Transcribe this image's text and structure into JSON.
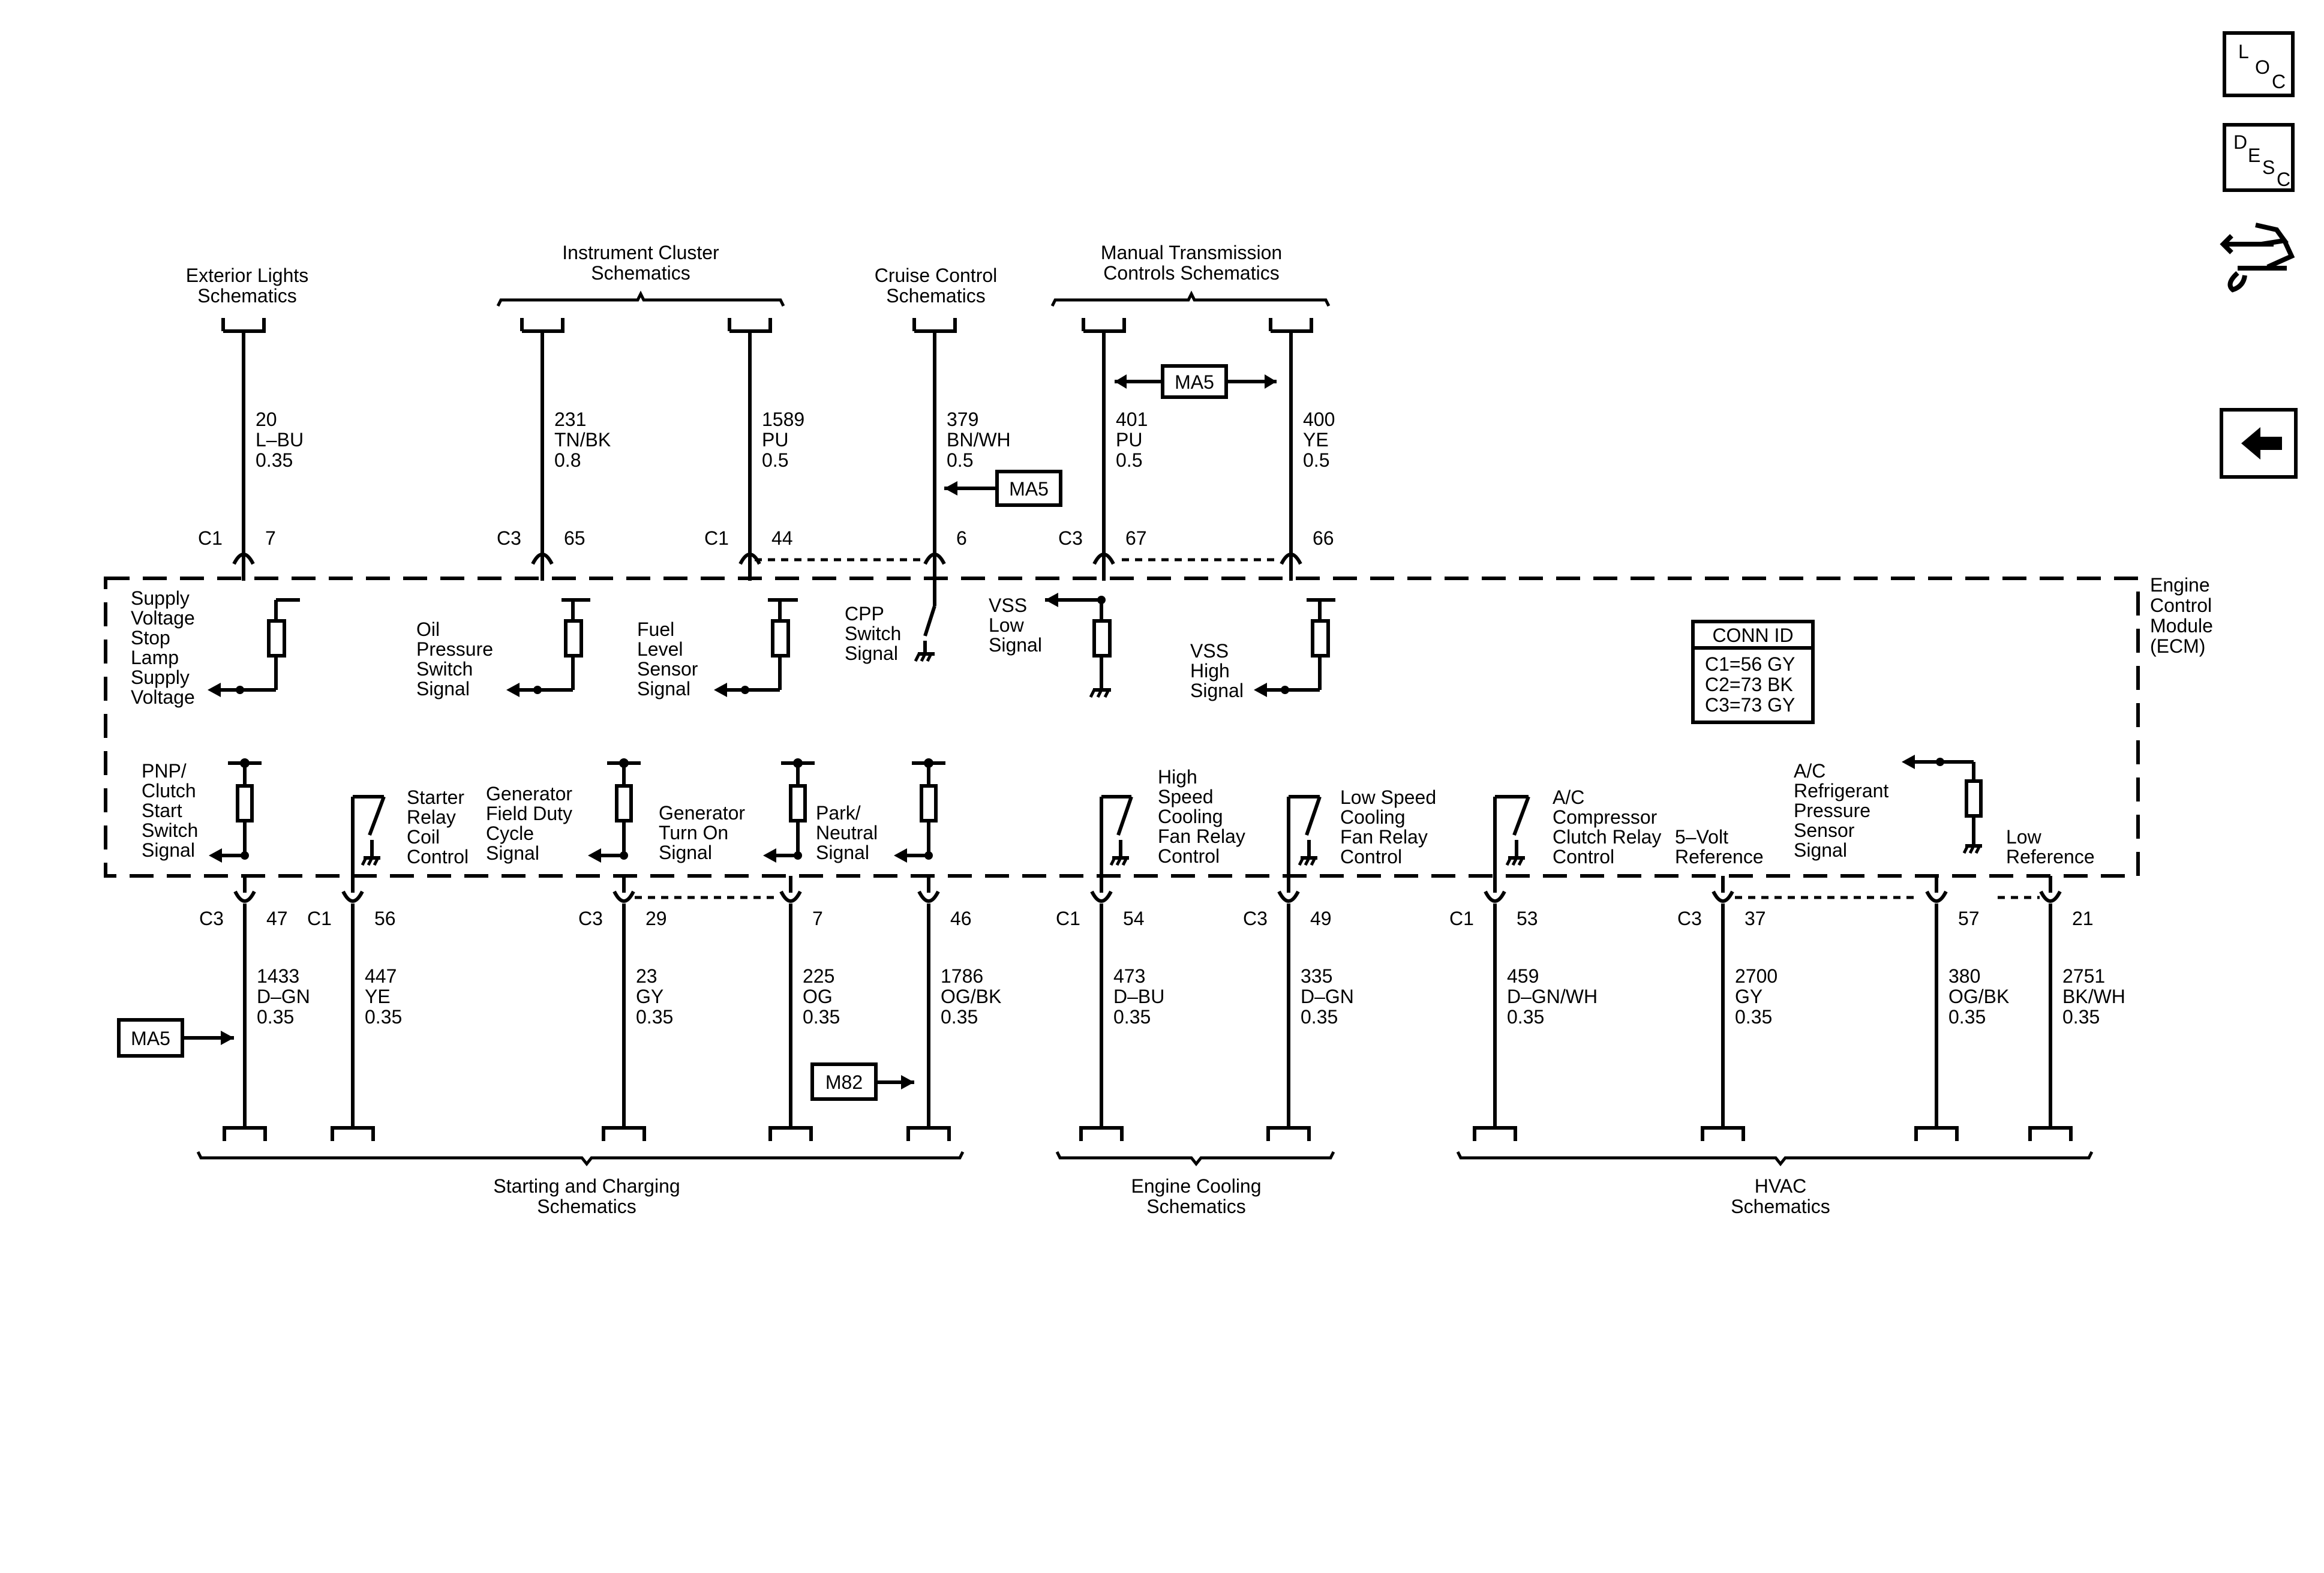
{
  "nav": {
    "loc": [
      "L",
      "O",
      "C"
    ],
    "desc": [
      "D",
      "E",
      "S",
      "C"
    ]
  },
  "top_headers": {
    "exterior": [
      "Exterior Lights",
      "Schematics"
    ],
    "instrument": [
      "Instrument Cluster",
      "Schematics"
    ],
    "cruise": [
      "Cruise Control",
      "Schematics"
    ],
    "manual": [
      "Manual Transmission",
      "Controls Schematics"
    ]
  },
  "bottom_headers": {
    "starting": [
      "Starting and Charging",
      "Schematics"
    ],
    "cooling": [
      "Engine Cooling",
      "Schematics"
    ],
    "hvac": [
      "HVAC",
      "Schematics"
    ]
  },
  "module_label": [
    "Engine",
    "Control",
    "Module",
    "(ECM)"
  ],
  "conn_id": {
    "title": "CONN ID",
    "lines": [
      "C1=56 GY",
      "C2=73 BK",
      "C3=73 GY"
    ]
  },
  "refs": {
    "ma5": "MA5",
    "m82": "M82"
  },
  "top_wires": [
    {
      "wire": [
        "20",
        "L–BU",
        "0.35"
      ],
      "conn": "C1",
      "pin": "7"
    },
    {
      "wire": [
        "231",
        "TN/BK",
        "0.8"
      ],
      "conn": "C3",
      "pin": "65"
    },
    {
      "wire": [
        "1589",
        "PU",
        "0.5"
      ],
      "conn": "C1",
      "pin": "44"
    },
    {
      "wire": [
        "379",
        "BN/WH",
        "0.5"
      ],
      "conn": "",
      "pin": "6"
    },
    {
      "wire": [
        "401",
        "PU",
        "0.5"
      ],
      "conn": "C3",
      "pin": "67"
    },
    {
      "wire": [
        "400",
        "YE",
        "0.5"
      ],
      "conn": "",
      "pin": "66"
    }
  ],
  "top_signals": {
    "supply": [
      "Supply",
      "Voltage",
      "Stop",
      "Lamp",
      "Supply",
      "Voltage"
    ],
    "oil": [
      "Oil",
      "Pressure",
      "Switch",
      "Signal"
    ],
    "fuel": [
      "Fuel",
      "Level",
      "Sensor",
      "Signal"
    ],
    "cpp": [
      "CPP",
      "Switch",
      "Signal"
    ],
    "vss_low": [
      "VSS",
      "Low",
      "Signal"
    ],
    "vss_high": [
      "VSS",
      "High",
      "Signal"
    ]
  },
  "bottom_wires": [
    {
      "wire": [
        "1433",
        "D–GN",
        "0.35"
      ],
      "conn": "C3",
      "pin": "47"
    },
    {
      "wire": [
        "447",
        "YE",
        "0.35"
      ],
      "conn": "C1",
      "pin": "56"
    },
    {
      "wire": [
        "23",
        "GY",
        "0.35"
      ],
      "conn": "C3",
      "pin": "29"
    },
    {
      "wire": [
        "225",
        "OG",
        "0.35"
      ],
      "conn": "",
      "pin": "7"
    },
    {
      "wire": [
        "1786",
        "OG/BK",
        "0.35"
      ],
      "conn": "",
      "pin": "46"
    },
    {
      "wire": [
        "473",
        "D–BU",
        "0.35"
      ],
      "conn": "C1",
      "pin": "54"
    },
    {
      "wire": [
        "335",
        "D–GN",
        "0.35"
      ],
      "conn": "C3",
      "pin": "49"
    },
    {
      "wire": [
        "459",
        "D–GN/WH",
        "0.35"
      ],
      "conn": "C1",
      "pin": "53"
    },
    {
      "wire": [
        "2700",
        "GY",
        "0.35"
      ],
      "conn": "C3",
      "pin": "37"
    },
    {
      "wire": [
        "380",
        "OG/BK",
        "0.35"
      ],
      "conn": "",
      "pin": "57"
    },
    {
      "wire": [
        "2751",
        "BK/WH",
        "0.35"
      ],
      "conn": "",
      "pin": "21"
    }
  ],
  "bottom_signals": {
    "pnp": [
      "PNP/",
      "Clutch",
      "Start",
      "Switch",
      "Signal"
    ],
    "starter": [
      "Starter",
      "Relay",
      "Coil",
      "Control"
    ],
    "gen_field": [
      "Generator",
      "Field Duty",
      "Cycle",
      "Signal"
    ],
    "gen_turn": [
      "Generator",
      "Turn On",
      "Signal"
    ],
    "park": [
      "Park/",
      "Neutral",
      "Signal"
    ],
    "high_speed": [
      "High",
      "Speed",
      "Cooling",
      "Fan Relay",
      "Control"
    ],
    "low_speed": [
      "Low Speed",
      "Cooling",
      "Fan Relay",
      "Control"
    ],
    "ac_comp": [
      "A/C",
      "Compressor",
      "Clutch Relay",
      "Control"
    ],
    "five_volt": [
      "5–Volt",
      "Reference"
    ],
    "ac_ref": [
      "A/C",
      "Refrigerant",
      "Pressure",
      "Sensor",
      "Signal"
    ],
    "low_ref": [
      "Low",
      "Reference"
    ]
  }
}
